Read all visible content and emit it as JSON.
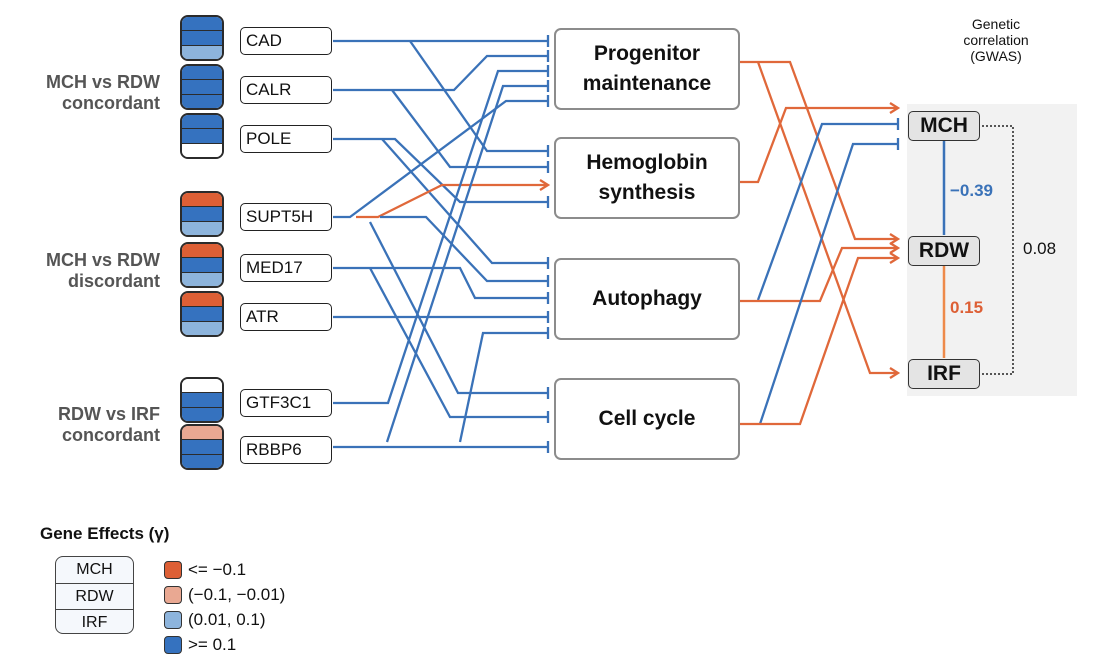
{
  "colors": {
    "inhibit": "#3a72b8",
    "activate": "#e0683a",
    "effect_strong_neg": "#dd5f35",
    "effect_weak_neg": "#e9a892",
    "effect_weak_pos": "#8db4dc",
    "effect_strong_pos": "#3572bf",
    "effect_none": "#ffffff"
  },
  "groups": [
    {
      "label_line1": "MCH vs RDW",
      "label_line2": "concordant"
    },
    {
      "label_line1": "MCH vs RDW",
      "label_line2": "discordant"
    },
    {
      "label_line1": "RDW vs IRF",
      "label_line2": "concordant"
    }
  ],
  "genes": [
    {
      "name": "CAD",
      "effects": [
        "strong_pos",
        "strong_pos",
        "weak_pos"
      ]
    },
    {
      "name": "CALR",
      "effects": [
        "strong_pos",
        "strong_pos",
        "strong_pos"
      ]
    },
    {
      "name": "POLE",
      "effects": [
        "strong_pos",
        "strong_pos",
        "none"
      ]
    },
    {
      "name": "SUPT5H",
      "effects": [
        "strong_neg",
        "strong_pos",
        "weak_pos"
      ]
    },
    {
      "name": "MED17",
      "effects": [
        "strong_neg",
        "strong_pos",
        "weak_pos"
      ]
    },
    {
      "name": "ATR",
      "effects": [
        "strong_neg",
        "strong_pos",
        "weak_pos"
      ]
    },
    {
      "name": "GTF3C1",
      "effects": [
        "none",
        "strong_pos",
        "strong_pos"
      ]
    },
    {
      "name": "RBBP6",
      "effects": [
        "weak_neg",
        "strong_pos",
        "strong_pos"
      ]
    }
  ],
  "processes": [
    {
      "line1": "Progenitor",
      "line2": "maintenance"
    },
    {
      "line1": "Hemoglobin",
      "line2": "synthesis"
    },
    {
      "line1": "Autophagy",
      "line2": ""
    },
    {
      "line1": "Cell cycle",
      "line2": ""
    }
  ],
  "traits": [
    "MCH",
    "RDW",
    "IRF"
  ],
  "gwas": {
    "title_line1": "Genetic",
    "title_line2": "correlation",
    "title_line3": "(GWAS)",
    "mch_rdw": "−0.39",
    "rdw_irf": "0.15",
    "mch_irf": "0.08"
  },
  "gene_process_edges": [
    {
      "gene": "CAD",
      "process": "Progenitor maintenance",
      "type": "inhibit"
    },
    {
      "gene": "CAD",
      "process": "Hemoglobin synthesis",
      "type": "inhibit"
    },
    {
      "gene": "CALR",
      "process": "Progenitor maintenance",
      "type": "inhibit"
    },
    {
      "gene": "CALR",
      "process": "Hemoglobin synthesis",
      "type": "inhibit"
    },
    {
      "gene": "POLE",
      "process": "Hemoglobin synthesis",
      "type": "inhibit"
    },
    {
      "gene": "POLE",
      "process": "Autophagy",
      "type": "inhibit"
    },
    {
      "gene": "SUPT5H",
      "process": "Progenitor maintenance",
      "type": "inhibit"
    },
    {
      "gene": "SUPT5H",
      "process": "Hemoglobin synthesis",
      "type": "activate"
    },
    {
      "gene": "SUPT5H",
      "process": "Autophagy",
      "type": "inhibit"
    },
    {
      "gene": "SUPT5H",
      "process": "Cell cycle",
      "type": "inhibit"
    },
    {
      "gene": "MED17",
      "process": "Autophagy",
      "type": "inhibit"
    },
    {
      "gene": "MED17",
      "process": "Cell cycle",
      "type": "inhibit"
    },
    {
      "gene": "ATR",
      "process": "Autophagy",
      "type": "inhibit"
    },
    {
      "gene": "GTF3C1",
      "process": "Progenitor maintenance",
      "type": "inhibit"
    },
    {
      "gene": "RBBP6",
      "process": "Progenitor maintenance",
      "type": "inhibit"
    },
    {
      "gene": "RBBP6",
      "process": "Autophagy",
      "type": "inhibit"
    },
    {
      "gene": "RBBP6",
      "process": "Cell cycle",
      "type": "inhibit"
    }
  ],
  "process_trait_edges": [
    {
      "process": "Progenitor maintenance",
      "trait": "RDW",
      "type": "activate"
    },
    {
      "process": "Progenitor maintenance",
      "trait": "IRF",
      "type": "activate"
    },
    {
      "process": "Hemoglobin synthesis",
      "trait": "MCH",
      "type": "activate"
    },
    {
      "process": "Autophagy",
      "trait": "MCH",
      "type": "inhibit"
    },
    {
      "process": "Autophagy",
      "trait": "RDW",
      "type": "activate"
    },
    {
      "process": "Cell cycle",
      "trait": "MCH",
      "type": "inhibit"
    },
    {
      "process": "Cell cycle",
      "trait": "RDW",
      "type": "activate"
    }
  ],
  "legend": {
    "title": "Gene Effects (γ)",
    "stack_rows": [
      "MCH",
      "RDW",
      "IRF"
    ],
    "items": [
      {
        "key": "strong_neg",
        "label": "<= −0.1"
      },
      {
        "key": "weak_neg",
        "label": "(−0.1, −0.01)"
      },
      {
        "key": "weak_pos",
        "label": "(0.01, 0.1)"
      },
      {
        "key": "strong_pos",
        "label": ">= 0.1"
      }
    ]
  }
}
